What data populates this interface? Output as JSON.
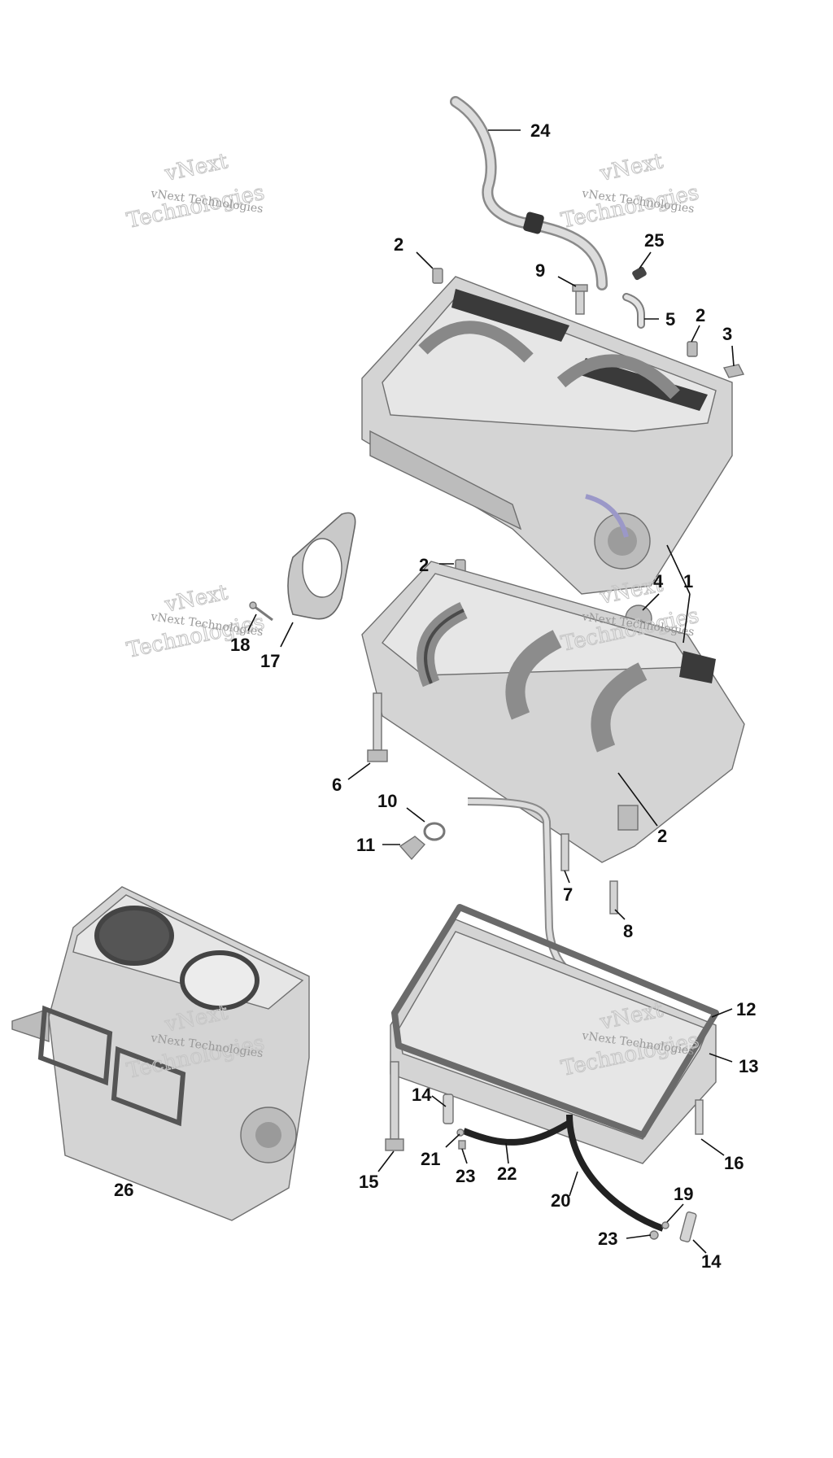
{
  "diagram": {
    "type": "exploded parts diagram",
    "callouts": [
      {
        "id": "c24a",
        "label": "24"
      },
      {
        "id": "c25",
        "label": "25"
      },
      {
        "id": "c2a",
        "label": "2"
      },
      {
        "id": "c9",
        "label": "9"
      },
      {
        "id": "c5",
        "label": "5"
      },
      {
        "id": "c2b",
        "label": "2"
      },
      {
        "id": "c3",
        "label": "3"
      },
      {
        "id": "c2c",
        "label": "2"
      },
      {
        "id": "c4",
        "label": "4"
      },
      {
        "id": "c1",
        "label": "1"
      },
      {
        "id": "c18",
        "label": "18"
      },
      {
        "id": "c17",
        "label": "17"
      },
      {
        "id": "c6",
        "label": "6"
      },
      {
        "id": "c10",
        "label": "10"
      },
      {
        "id": "c11",
        "label": "11"
      },
      {
        "id": "c2d",
        "label": "2"
      },
      {
        "id": "c7",
        "label": "7"
      },
      {
        "id": "c8",
        "label": "8"
      },
      {
        "id": "c12",
        "label": "12"
      },
      {
        "id": "c13",
        "label": "13"
      },
      {
        "id": "c14a",
        "label": "14"
      },
      {
        "id": "c21",
        "label": "21"
      },
      {
        "id": "c23a",
        "label": "23"
      },
      {
        "id": "c22",
        "label": "22"
      },
      {
        "id": "c15",
        "label": "15"
      },
      {
        "id": "c16",
        "label": "16"
      },
      {
        "id": "c20",
        "label": "20"
      },
      {
        "id": "c19",
        "label": "19"
      },
      {
        "id": "c23b",
        "label": "23"
      },
      {
        "id": "c14b",
        "label": "14"
      },
      {
        "id": "c26",
        "label": "26"
      }
    ],
    "watermarks": [
      {
        "line1": "vNext Technologies",
        "line2": "vNext",
        "line3": "Technologies"
      },
      {
        "line1": "vNext Technologies",
        "line2": "vNext",
        "line3": "Technologies"
      },
      {
        "line1": "vNext Technologies",
        "line2": "vNext",
        "line3": "Technologies"
      },
      {
        "line1": "vNext Technologies",
        "line2": "vNext",
        "line3": "Technologies"
      },
      {
        "line1": "vNext Technologies",
        "line2": "vNext",
        "line3": "Technologies"
      },
      {
        "line1": "vNext Technologies",
        "line2": "vNext",
        "line3": "Technologies"
      }
    ]
  }
}
